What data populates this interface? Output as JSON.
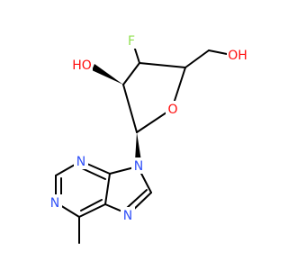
{
  "molecule": {
    "atoms": {
      "F": "F",
      "OH_ring": "HO",
      "O_ring": "O",
      "OH_side": "OH",
      "N9": "N",
      "N3": "N",
      "N1": "N",
      "N7": "N"
    }
  },
  "colors": {
    "bond": "#000000",
    "oxygen": "#ff0d0d",
    "fluorine": "#90e050",
    "nitrogen": "#3050f8",
    "background": "#ffffff"
  }
}
